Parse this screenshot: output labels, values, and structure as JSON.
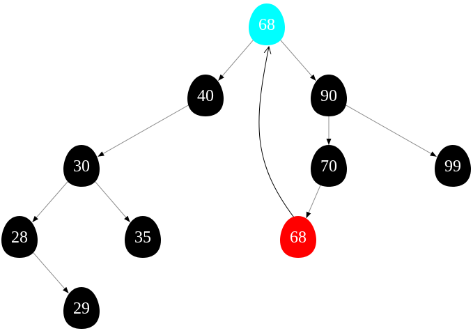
{
  "colors": {
    "background": "#ffffff",
    "default_node": "#000000",
    "default_text": "#ffffff",
    "highlight_node": "#00ffff",
    "inserted_node": "#ff0000",
    "edge": "#8c8c8c",
    "back_edge": "#000000"
  },
  "tree": {
    "nodes": [
      {
        "id": "n68top",
        "label": "68",
        "state": "highlight"
      },
      {
        "id": "n40",
        "label": "40",
        "state": "default"
      },
      {
        "id": "n90",
        "label": "90",
        "state": "default"
      },
      {
        "id": "n30",
        "label": "30",
        "state": "default"
      },
      {
        "id": "n70",
        "label": "70",
        "state": "default"
      },
      {
        "id": "n99",
        "label": "99",
        "state": "default"
      },
      {
        "id": "n28",
        "label": "28",
        "state": "default"
      },
      {
        "id": "n35",
        "label": "35",
        "state": "default"
      },
      {
        "id": "n68new",
        "label": "68",
        "state": "inserted"
      },
      {
        "id": "n29",
        "label": "29",
        "state": "default"
      }
    ],
    "edges": [
      {
        "from": "n68top",
        "to": "n40"
      },
      {
        "from": "n68top",
        "to": "n90"
      },
      {
        "from": "n40",
        "to": "n30"
      },
      {
        "from": "n90",
        "to": "n70"
      },
      {
        "from": "n90",
        "to": "n99"
      },
      {
        "from": "n30",
        "to": "n28"
      },
      {
        "from": "n30",
        "to": "n35"
      },
      {
        "from": "n70",
        "to": "n68new"
      },
      {
        "from": "n28",
        "to": "n29"
      }
    ],
    "pointer": {
      "from": "n68new",
      "to": "n68top"
    }
  }
}
